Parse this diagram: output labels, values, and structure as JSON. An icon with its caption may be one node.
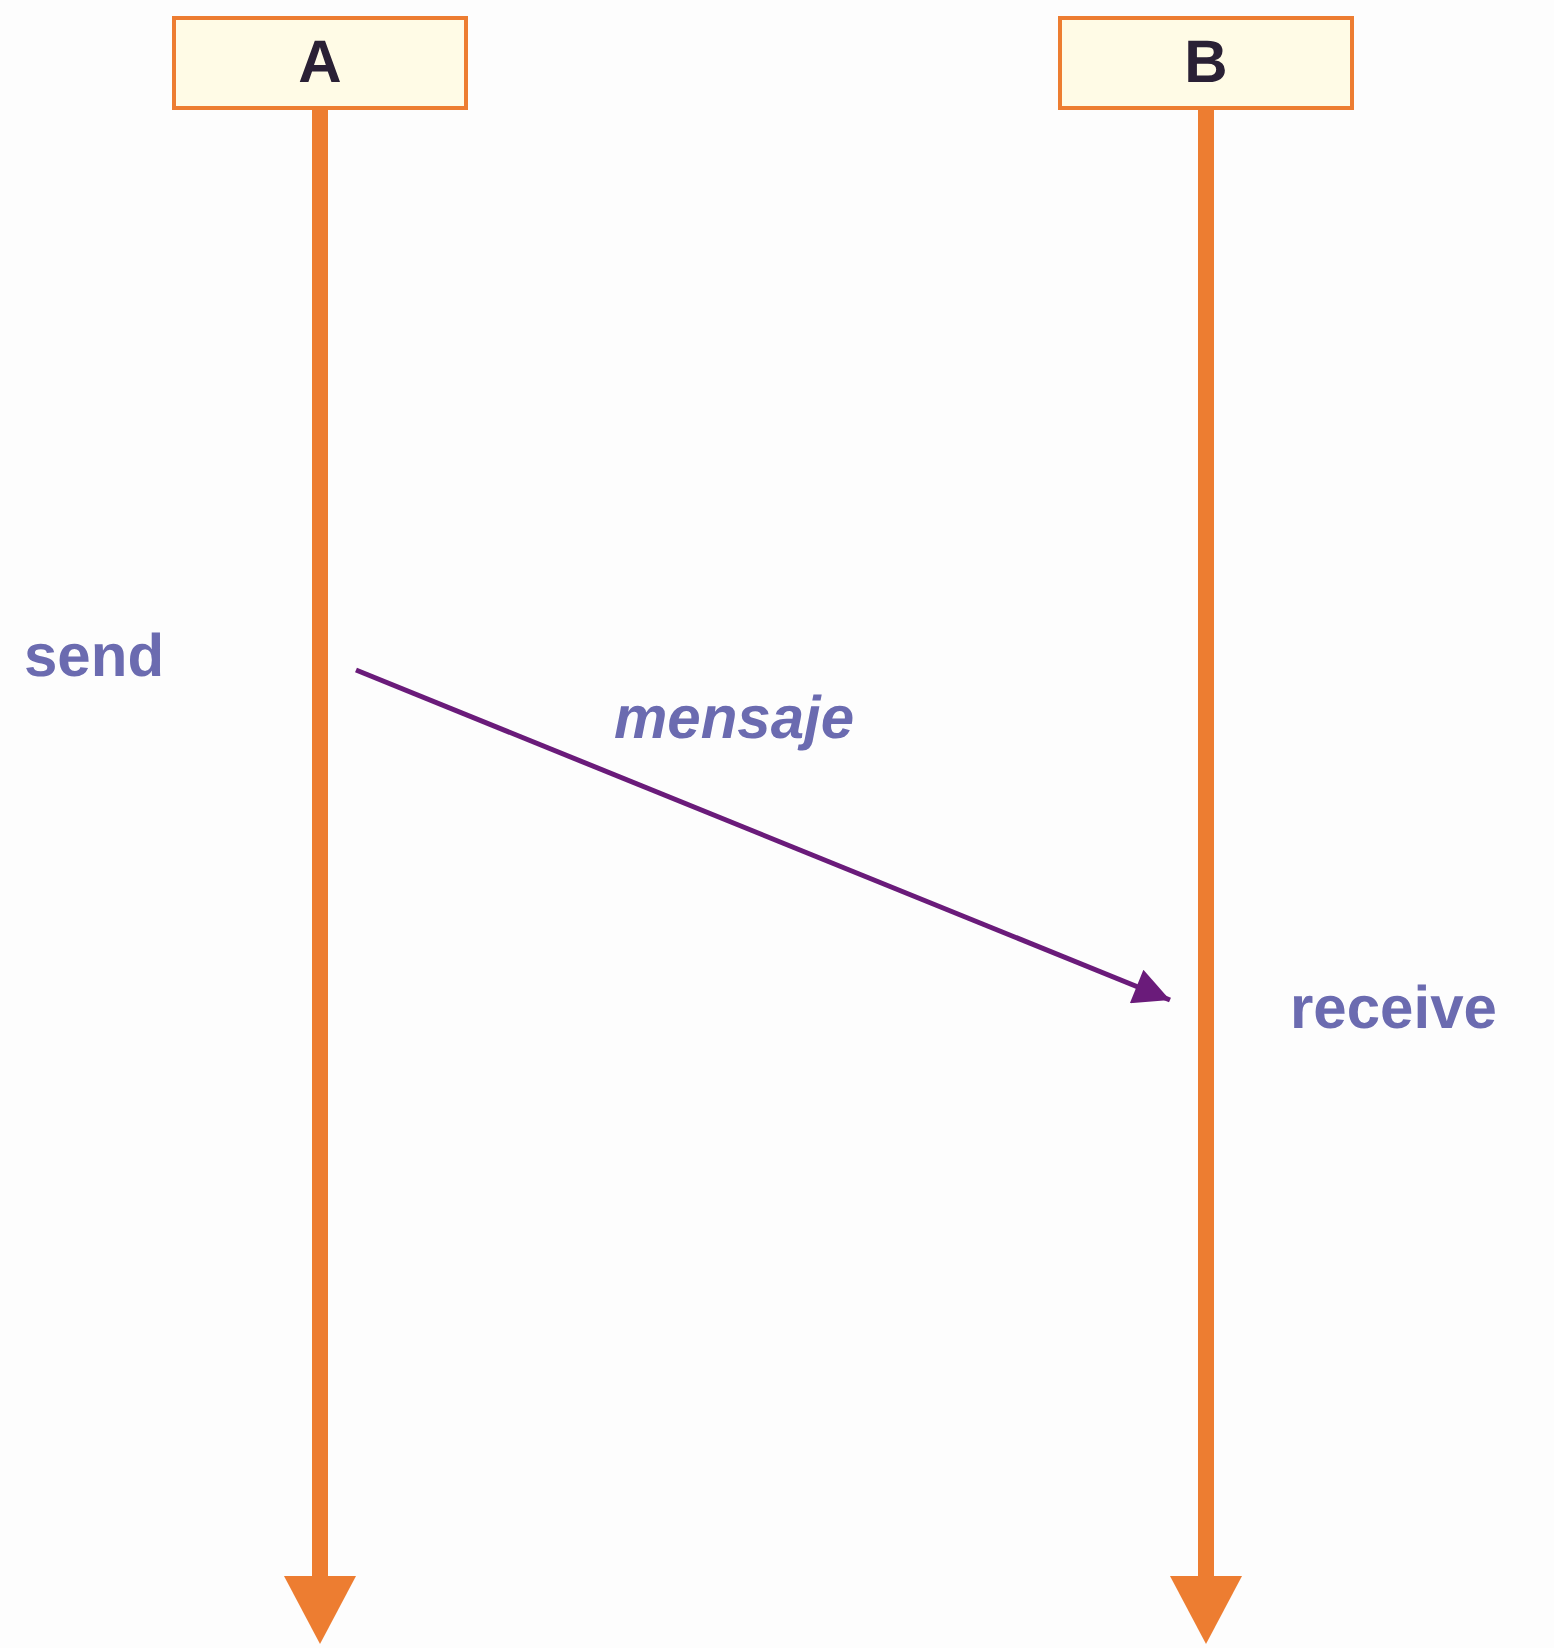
{
  "diagram": {
    "nodes": [
      {
        "text": [
          "A"
        ]
      },
      {
        "text": [
          "B"
        ]
      },
      {
        "text": [],
        "shape": "bar"
      },
      {
        "text": [],
        "shape": "bar"
      }
    ],
    "edges": [
      {
        "from": 2,
        "to": 3,
        "arrow": "to",
        "label": "mensaje",
        "color": "#6a1b7a"
      }
    ],
    "labels": [
      "send",
      "receive"
    ]
  }
}
